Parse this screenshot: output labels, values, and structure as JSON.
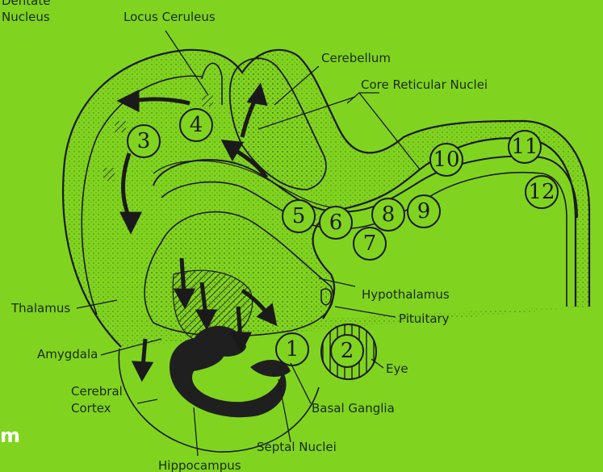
{
  "labels": {
    "dentate_line1": "Dentate",
    "dentate_line2": "Nucleus",
    "locus_ceruleus": "Locus Ceruleus",
    "cerebellum": "Cerebellum",
    "core_reticular": "Core Reticular Nuclei",
    "hypothalamus": "Hypothalamus",
    "pituitary": "Pituitary",
    "thalamus": "Thalamus",
    "amygdala": "Amygdala",
    "eye": "Eye",
    "cerebral_line1": "Cerebral",
    "cerebral_line2": "Cortex",
    "basal_ganglia": "Basal Ganglia",
    "septal_nuclei": "Septal Nuclei",
    "hippocampus": "Hippocampus",
    "partial_word": "m"
  },
  "numbers": [
    "1",
    "2",
    "3",
    "4",
    "5",
    "6",
    "7",
    "8",
    "9",
    "10",
    "11",
    "12"
  ],
  "colors": {
    "background": "#80d41f",
    "ink": "#1a1a1a"
  }
}
